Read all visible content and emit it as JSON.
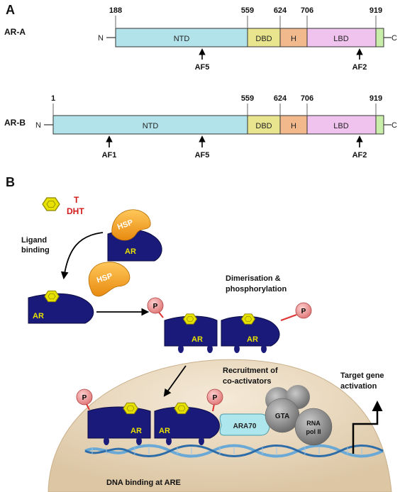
{
  "panel_a": {
    "letter": "A",
    "ar_a": {
      "name": "AR-A",
      "n_term": "N",
      "c_term": "C",
      "positions": [
        "188",
        "559",
        "624",
        "706",
        "919"
      ],
      "domains": {
        "ntd": "NTD",
        "dbd": "DBD",
        "h": "H",
        "lbd": "LBD"
      },
      "af_labels": [
        "AF5",
        "AF2"
      ]
    },
    "ar_b": {
      "name": "AR-B",
      "n_term": "N",
      "c_term": "C",
      "positions": [
        "1",
        "559",
        "624",
        "706",
        "919"
      ],
      "domains": {
        "ntd": "NTD",
        "dbd": "DBD",
        "h": "H",
        "lbd": "LBD"
      },
      "af_labels": [
        "AF1",
        "AF5",
        "AF2"
      ]
    }
  },
  "panel_b": {
    "letter": "B",
    "ligand_t": "T",
    "ligand_dht": "DHT",
    "ligand_binding": [
      "Ligand",
      "binding"
    ],
    "hsp": "HSP",
    "ar": "AR",
    "p": "P",
    "dimerisation": [
      "Dimerisation &",
      "phosphorylation"
    ],
    "recruitment": [
      "Recruitment of",
      "co-activators"
    ],
    "ara70": "ARA70",
    "gta": "GTA",
    "rna_pol": [
      "RNA",
      "pol II"
    ],
    "target": [
      "Target gene",
      "activation"
    ],
    "dna_binding": "DNA binding at ARE"
  },
  "colors": {
    "ntd": "#b3e3ea",
    "dbd": "#e9e58e",
    "hinge": "#f2b98c",
    "lbd": "#f0c3ee",
    "cterm": "#c9eea9",
    "ar_body": "#1a1a7a",
    "ligand": "#e7e100",
    "hsp": "#f2a21a",
    "phospho": "#f3a0a0",
    "ara70": "#aee6ee",
    "nucleus": "#e9d8bd",
    "red_text": "#d11a1a"
  }
}
